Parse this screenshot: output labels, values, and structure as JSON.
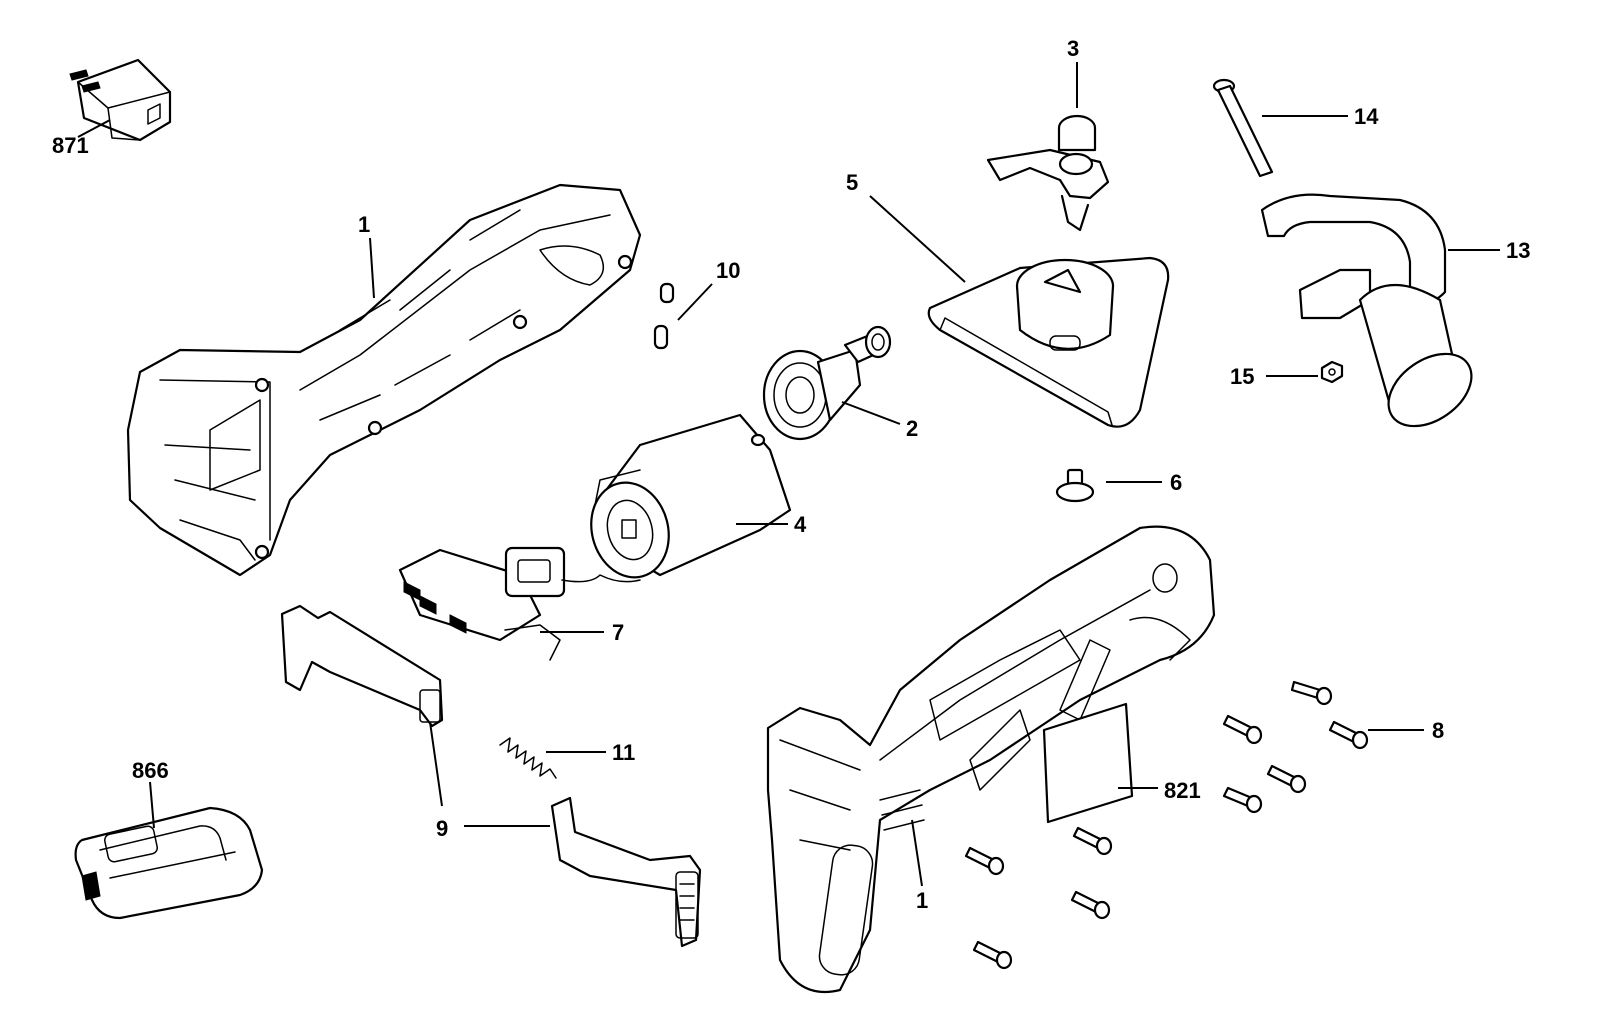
{
  "callouts": {
    "p871": "871",
    "p1_top": "1",
    "p10": "10",
    "p2": "2",
    "p3": "3",
    "p5": "5",
    "p14": "14",
    "p13": "13",
    "p15": "15",
    "p6": "6",
    "p4": "4",
    "p7": "7",
    "p8": "8",
    "p821": "821",
    "p11": "11",
    "p9": "9",
    "p866": "866",
    "p1_bottom": "1"
  }
}
